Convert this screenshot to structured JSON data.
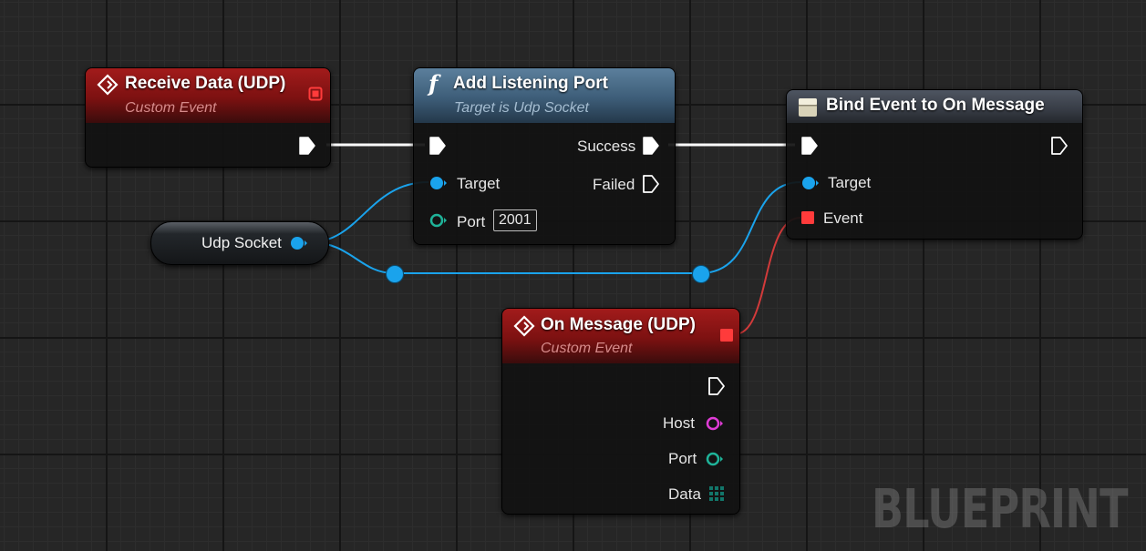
{
  "nodes": {
    "receive_data": {
      "title": "Receive Data (UDP)",
      "subtitle": "Custom Event",
      "icon": "event-diamond-icon",
      "header_color": "#8f1515"
    },
    "add_listening_port": {
      "title": "Add Listening Port",
      "subtitle": "Target is Udp Socket",
      "icon": "function-icon",
      "icon_glyph": "f",
      "header_color": "#4a6c89",
      "pins": {
        "target": "Target",
        "port": "Port",
        "port_value": "2001",
        "success": "Success",
        "failed": "Failed"
      }
    },
    "bind_event": {
      "title": "Bind Event to On Message",
      "icon": "bind-event-icon",
      "header_color": "#3c424b",
      "pins": {
        "target": "Target",
        "event": "Event"
      }
    },
    "udp_socket": {
      "label": "Udp Socket"
    },
    "on_message": {
      "title": "On Message (UDP)",
      "subtitle": "Custom Event",
      "icon": "event-diamond-icon",
      "header_color": "#8f1515",
      "pins": {
        "host": "Host",
        "port": "Port",
        "data": "Data"
      }
    }
  },
  "colors": {
    "exec": "#ffffff",
    "object_pin": "#1aa3ec",
    "struct_pin": "#1fb399",
    "string_pin": "#e03cd6",
    "byte_array_pin": "#12766a",
    "delegate_pin": "#ff3b3b"
  },
  "watermark": "BLUEPRINT"
}
